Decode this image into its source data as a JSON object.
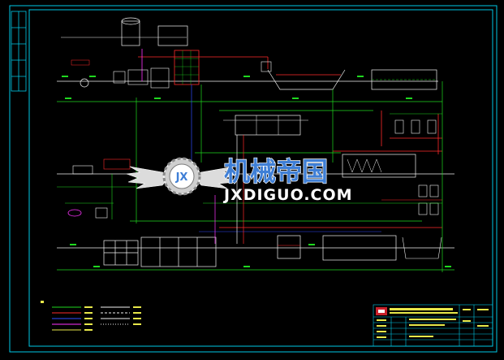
{
  "colors": {
    "background": "#000000",
    "frame": "#00c8e6",
    "process_line": "#1fd81f",
    "sludge_line": "#ff2a2a",
    "air_line": "#2f4bff",
    "chemical_line": "#ff33ff",
    "white_line": "#f2f2f2",
    "yellow_line": "#e8e84a",
    "logo_blue": "#3f7fd6"
  },
  "watermark": {
    "title": "机械帝国",
    "url": "JXDIGUO.COM",
    "emblem": "JX"
  },
  "icons": {
    "emblem": "gear-wings-emblem-icon",
    "company_logo": "company-logo-icon",
    "pump": "pump-icon",
    "tank": "tank-icon"
  }
}
